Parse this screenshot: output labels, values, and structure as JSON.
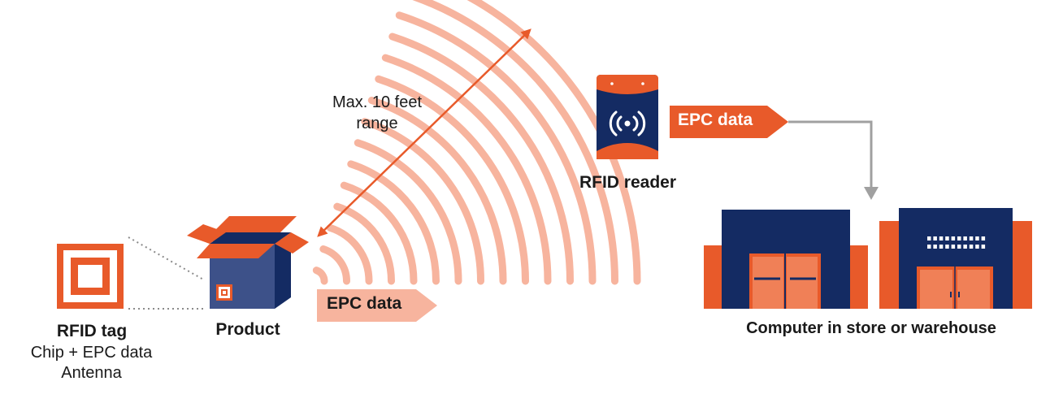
{
  "tag": {
    "title": "RFID tag",
    "line1": "Chip + EPC data",
    "line2": "Antenna"
  },
  "product": {
    "label": "Product"
  },
  "range": {
    "line1": "Max. 10 feet",
    "line2": "range"
  },
  "epc_near": {
    "label": "EPC data"
  },
  "reader": {
    "label": "RFID reader"
  },
  "epc_far": {
    "label": "EPC data"
  },
  "computer": {
    "label": "Computer in store or warehouse"
  },
  "colors": {
    "orange": "#e85a2a",
    "light_orange": "#f7b49e",
    "navy": "#142b63",
    "grey": "#9a9a9a"
  }
}
